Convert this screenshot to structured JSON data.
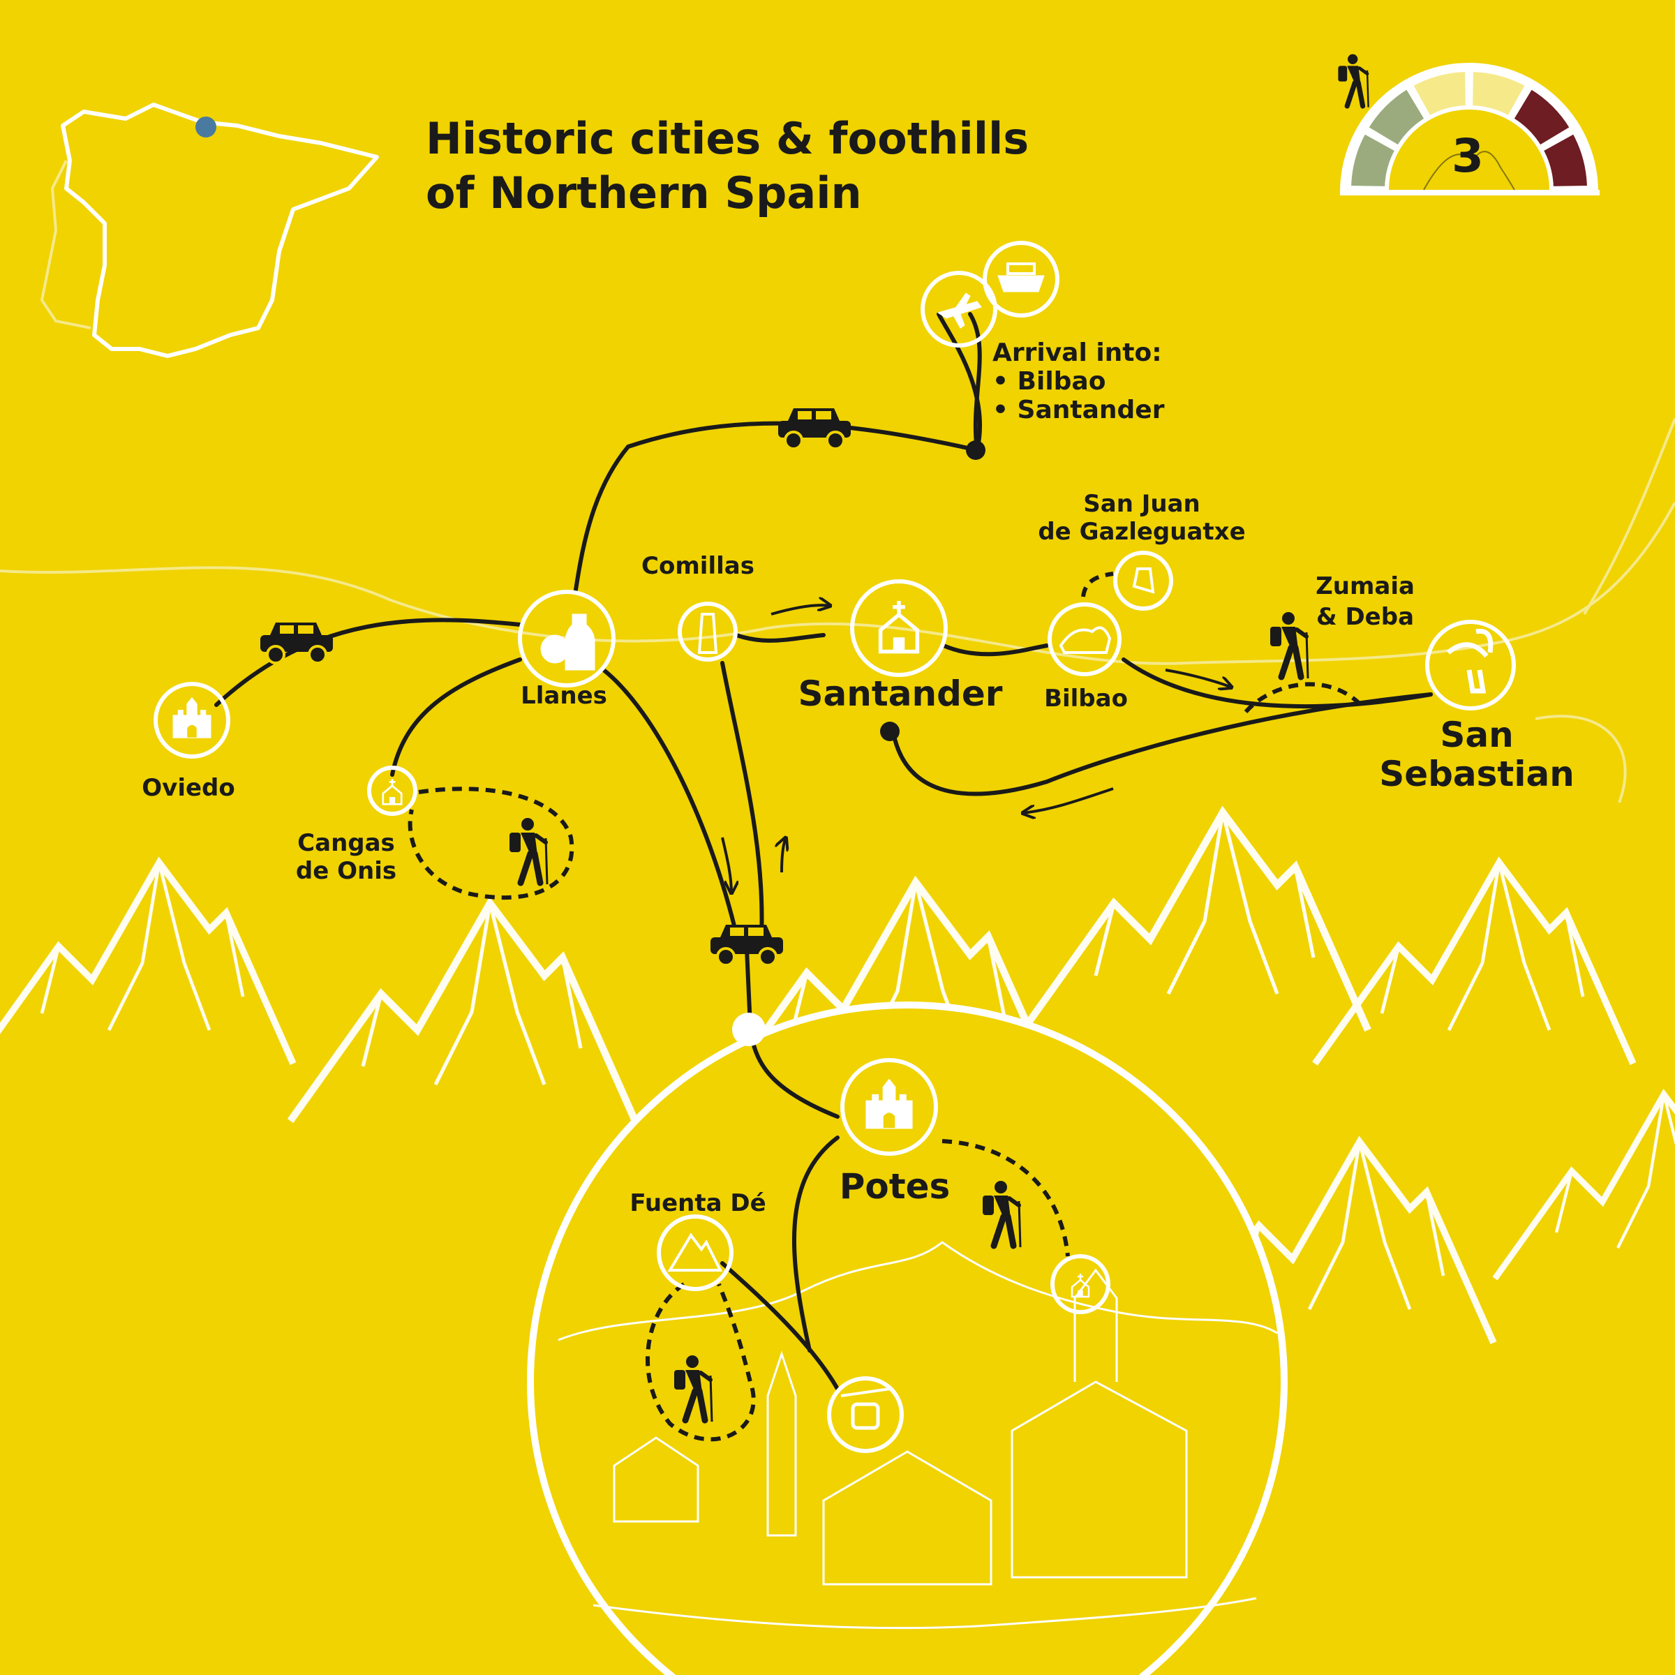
{
  "title": {
    "line1": "Historic cities & foothills",
    "line2": "of Northern Spain"
  },
  "difficulty": {
    "level": "3",
    "segments": 6,
    "colors": [
      "#9bab7e",
      "#9bab7e",
      "#f6e98a",
      "#f6e98a",
      "#6e1d22",
      "#6e1d22"
    ]
  },
  "arrival": {
    "heading": "Arrival into:",
    "items": [
      "• Bilbao",
      "• Santander"
    ]
  },
  "places": {
    "oviedo": "Oviedo",
    "llanes": "Llanes",
    "comillas": "Comillas",
    "santander": "Santander",
    "bilbao": "Bilbao",
    "san_juan_line1": "San Juan",
    "san_juan_line2": "de Gazleguatxe",
    "zumaia_line1": "Zumaia",
    "zumaia_line2": "& Deba",
    "san_sebastian_line1": "San",
    "san_sebastian_line2": "Sebastian",
    "cangas_line1": "Cangas",
    "cangas_line2": "de Onis",
    "potes": "Potes",
    "fuenta_de": "Fuenta Dé"
  },
  "colors": {
    "background": "#f0d300",
    "route": "#1a1a1a",
    "outline": "#ffffff",
    "spain_dot": "#4a7aa0"
  }
}
